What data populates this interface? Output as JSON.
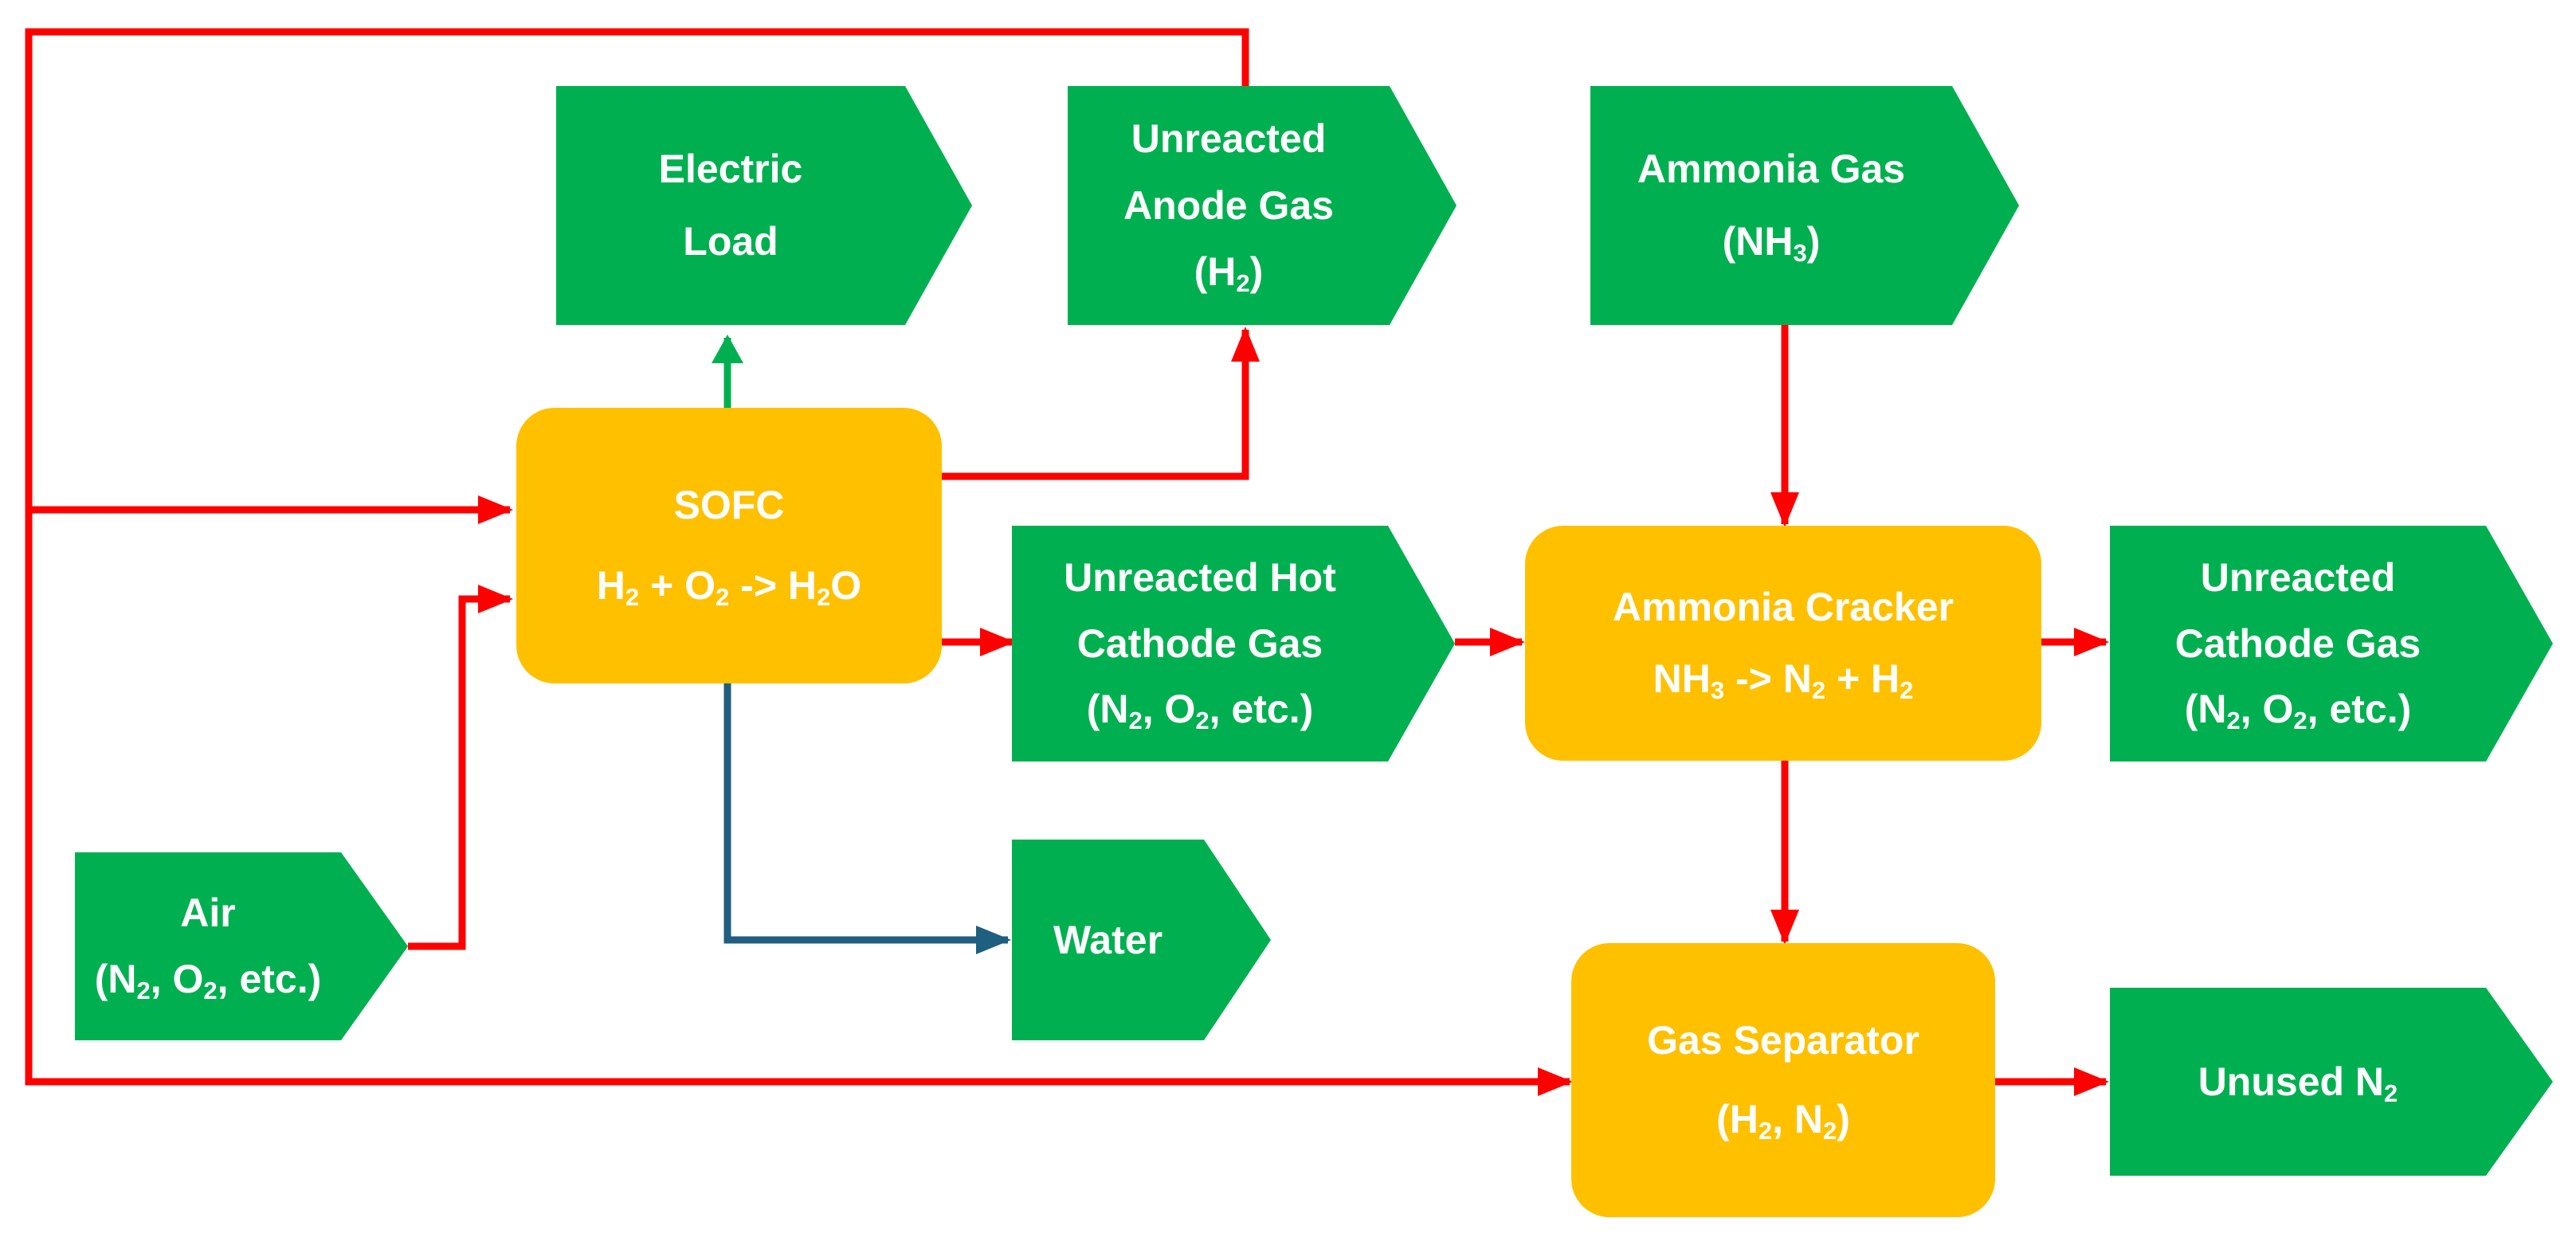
{
  "colors": {
    "product": "#00B050",
    "process": "#FFC000",
    "gas_flow": "#FF0000",
    "electric_flow": "#00B050",
    "water_flow": "#1F5F7F",
    "text": "#FFFFFF"
  },
  "nodes": {
    "electric_load": {
      "lines": [
        "Electric",
        "Load"
      ]
    },
    "anode_gas": {
      "lines": [
        "Unreacted",
        "Anode Gas",
        "(H<sub>2</sub>)"
      ]
    },
    "ammonia_gas": {
      "lines": [
        "Ammonia Gas",
        "(NH<sub>3</sub>)"
      ]
    },
    "sofc": {
      "lines": [
        "SOFC",
        "H<sub>2</sub> + O<sub>2</sub> -> H<sub>2</sub>O"
      ]
    },
    "hot_cathode": {
      "lines": [
        "Unreacted Hot",
        "Cathode Gas",
        "(N<sub>2</sub>, O<sub>2</sub>, etc.)"
      ]
    },
    "cracker": {
      "lines": [
        "Ammonia Cracker",
        "NH<sub>3</sub> -> N<sub>2</sub> + H<sub>2</sub>"
      ]
    },
    "cathode_gas": {
      "lines": [
        "Unreacted",
        "Cathode Gas",
        "(N<sub>2</sub>, O<sub>2</sub>, etc.)"
      ]
    },
    "air": {
      "lines": [
        "Air",
        "(N<sub>2</sub>, O<sub>2</sub>, etc.)"
      ]
    },
    "water": {
      "lines": [
        "Water"
      ]
    },
    "separator": {
      "lines": [
        "Gas Separator",
        "(H<sub>2</sub>, N<sub>2</sub>)"
      ]
    },
    "unused_n2": {
      "lines": [
        "Unused N<sub>2</sub>"
      ]
    }
  }
}
